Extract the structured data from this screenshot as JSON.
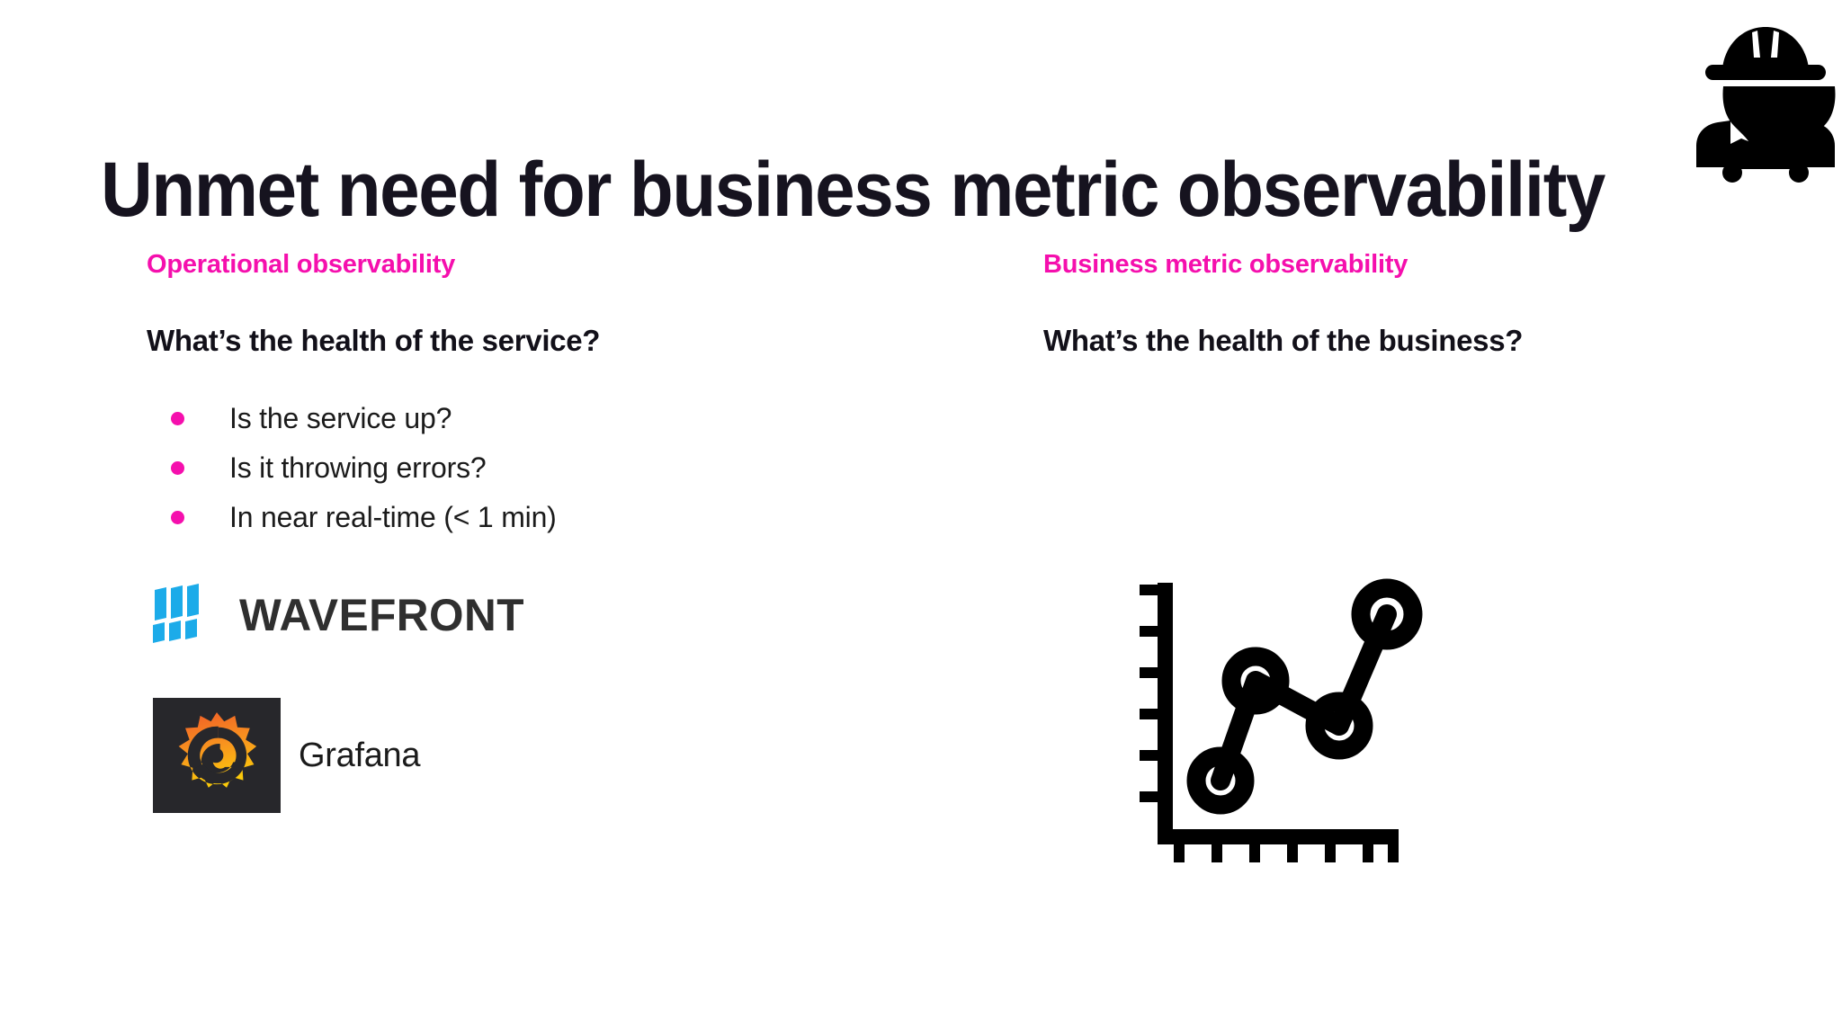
{
  "slide": {
    "title": "Unmet need for business metric observability",
    "background_color": "#ffffff",
    "title_color": "#16131f",
    "accent_color": "#f50fad",
    "header_icon": "construction-worker-icon"
  },
  "columns": {
    "left": {
      "heading": "Operational observability",
      "question": "What’s the health of the service?",
      "bullets": [
        "Is the service up?",
        "Is it throwing errors?",
        "In near real-time (< 1 min)"
      ],
      "logos": [
        {
          "name": "wavefront",
          "wordmark": "WAVEFRONT",
          "mark_color": "#1cabe9",
          "wordmark_color": "#2f2f2f"
        },
        {
          "name": "grafana",
          "wordmark": "Grafana",
          "mark_background": "#27272b",
          "mark_gradient_from": "#f05a28",
          "mark_gradient_to": "#fbca0a",
          "wordmark_color": "#1b1b1b"
        }
      ]
    },
    "right": {
      "heading": "Business metric observability",
      "question": "What’s the health of the business?",
      "bullets": [],
      "graphic": {
        "name": "line-chart-icon",
        "color": "#000000",
        "data_points": 4,
        "y_axis_ticks": 6,
        "x_axis_ticks": 7
      }
    }
  }
}
